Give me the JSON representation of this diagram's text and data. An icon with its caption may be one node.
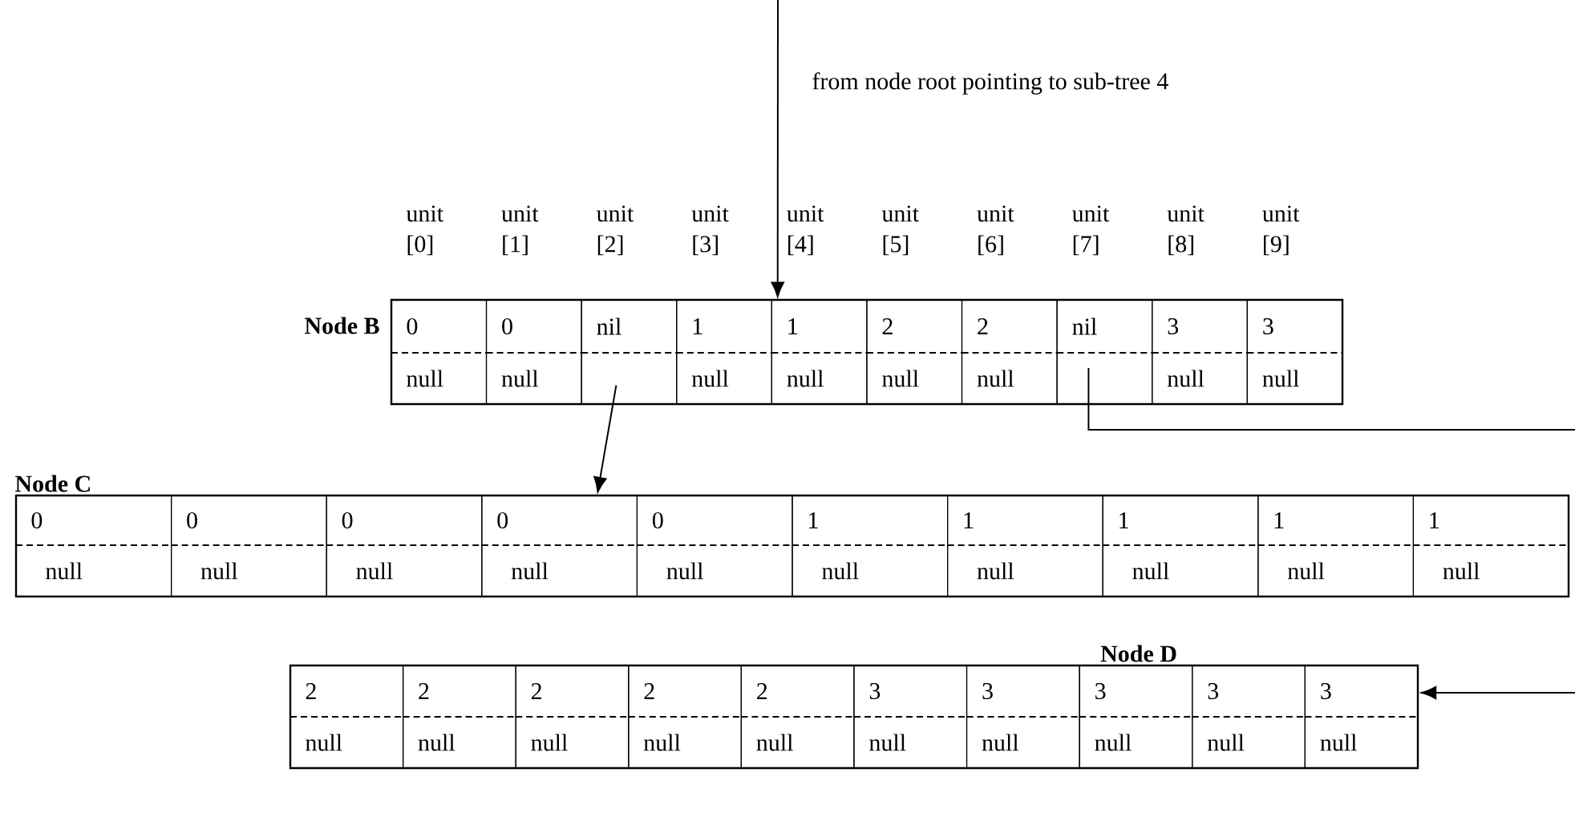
{
  "diagram": {
    "nodes": [
      {
        "text": [
          "Node B"
        ]
      },
      {
        "text": [
          "0",
          "null"
        ],
        "in": 0
      },
      {
        "text": [
          "0",
          "null"
        ],
        "in": 0
      },
      {
        "text": [
          "nil"
        ],
        "in": 0
      },
      {
        "text": [
          "1",
          "null"
        ],
        "in": 0
      },
      {
        "text": [
          "1",
          "null"
        ],
        "in": 0
      },
      {
        "text": [
          "2",
          "null"
        ],
        "in": 0
      },
      {
        "text": [
          "2",
          "null"
        ],
        "in": 0
      },
      {
        "text": [
          "nil"
        ],
        "in": 0
      },
      {
        "text": [
          "3",
          "null"
        ],
        "in": 0
      },
      {
        "text": [
          "3",
          "null"
        ],
        "in": 0
      },
      {
        "text": [
          "Node C"
        ]
      },
      {
        "text": [
          "0",
          "null"
        ],
        "in": 11
      },
      {
        "text": [
          "0",
          "null"
        ],
        "in": 11
      },
      {
        "text": [
          "0",
          "null"
        ],
        "in": 11
      },
      {
        "text": [
          "0",
          "null"
        ],
        "in": 11
      },
      {
        "text": [
          "0",
          "null"
        ],
        "in": 11
      },
      {
        "text": [
          "1",
          "null"
        ],
        "in": 11
      },
      {
        "text": [
          "1",
          "null"
        ],
        "in": 11
      },
      {
        "text": [
          "1",
          "null"
        ],
        "in": 11
      },
      {
        "text": [
          "1",
          "null"
        ],
        "in": 11
      },
      {
        "text": [
          "1",
          "null"
        ],
        "in": 11
      },
      {
        "text": [
          "Node D"
        ]
      },
      {
        "text": [
          "2",
          "null"
        ],
        "in": 22
      },
      {
        "text": [
          "2",
          "null"
        ],
        "in": 22
      },
      {
        "text": [
          "2",
          "null"
        ],
        "in": 22
      },
      {
        "text": [
          "2",
          "null"
        ],
        "in": 22
      },
      {
        "text": [
          "2",
          "null"
        ],
        "in": 22
      },
      {
        "text": [
          "3",
          "null"
        ],
        "in": 22
      },
      {
        "text": [
          "3",
          "null"
        ],
        "in": 22
      },
      {
        "text": [
          "3",
          "null"
        ],
        "in": 22
      },
      {
        "text": [
          "3",
          "null"
        ],
        "in": 22
      },
      {
        "text": [
          "3",
          "null"
        ],
        "in": 22
      }
    ],
    "edges": [
      {
        "from": null,
        "to": 5,
        "arrow": "to",
        "label": "from node root pointing to sub-tree 4"
      },
      {
        "from": 3,
        "to": 11,
        "arrow": "to"
      },
      {
        "from": 8,
        "to": null,
        "arrow": "none"
      },
      {
        "from": null,
        "to": 22,
        "arrow": "to"
      }
    ],
    "labels": [
      "unit [0]",
      "unit [1]",
      "unit [2]",
      "unit [3]",
      "unit [4]",
      "unit [5]",
      "unit [6]",
      "unit [7]",
      "unit [8]",
      "unit [9]"
    ]
  }
}
